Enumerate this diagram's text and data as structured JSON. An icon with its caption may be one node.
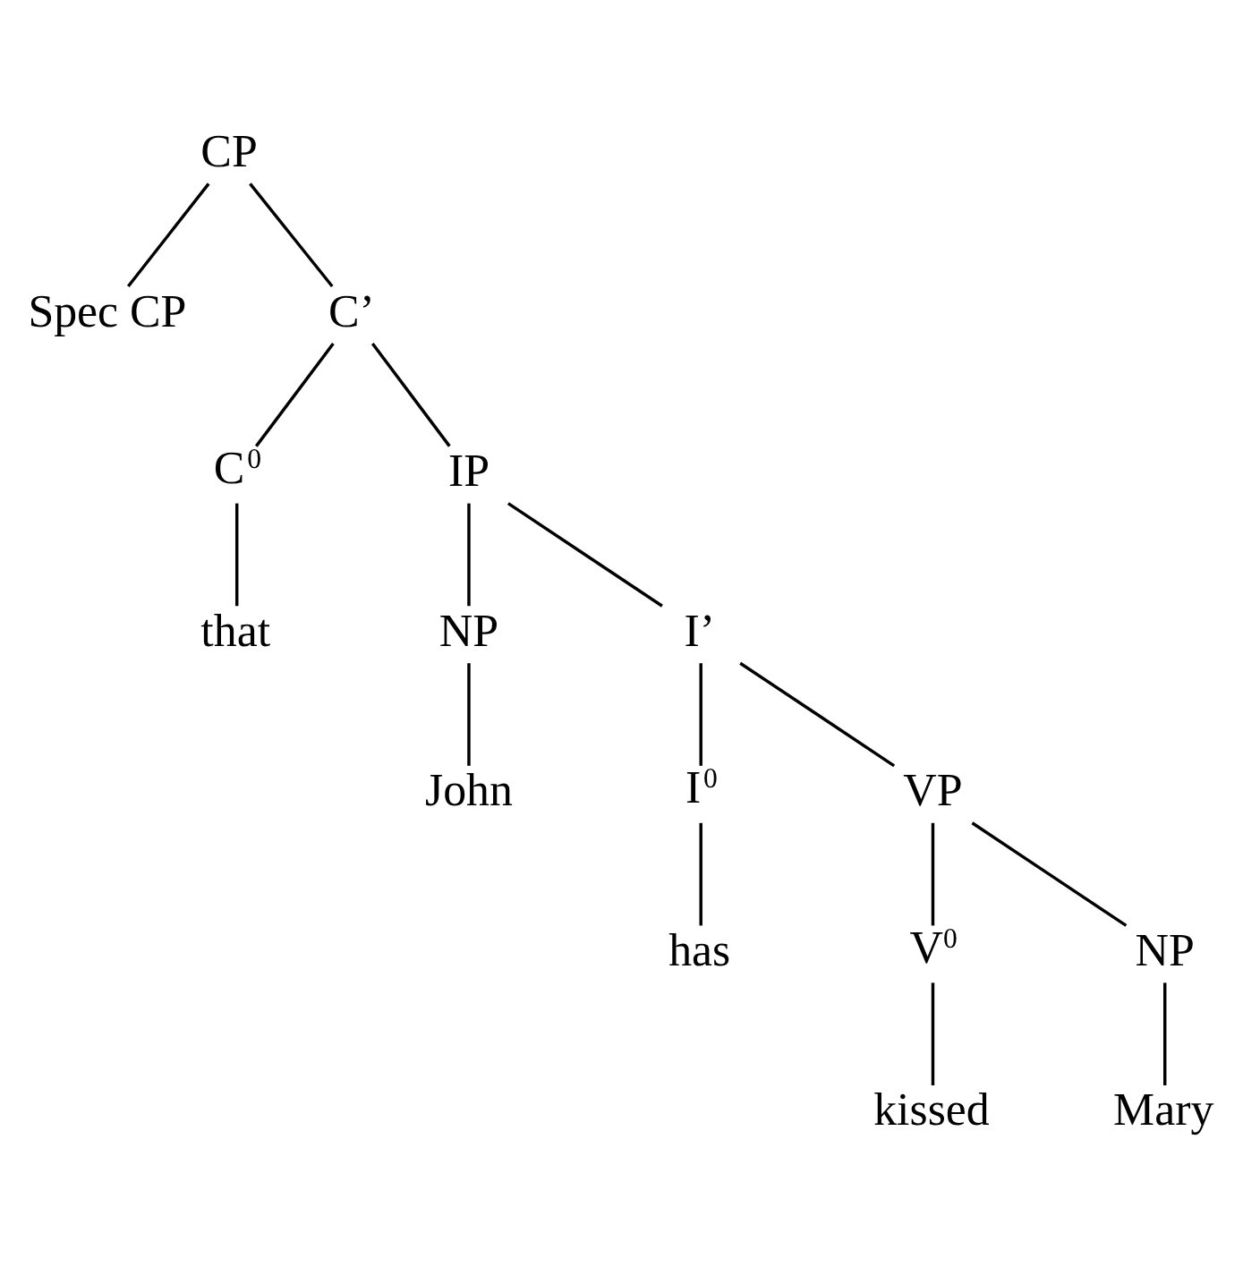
{
  "diagram": {
    "nodes": [
      {
        "text": [
          "CP"
        ]
      },
      {
        "text": [
          "Spec CP"
        ]
      },
      {
        "text": [
          "C’"
        ]
      },
      {
        "text": [
          "C$^{0}$"
        ]
      },
      {
        "text": [
          "IP"
        ]
      },
      {
        "text": [
          "that"
        ]
      },
      {
        "text": [
          "NP"
        ]
      },
      {
        "text": [
          "I’"
        ]
      },
      {
        "text": [
          "John"
        ]
      },
      {
        "text": [
          "I$^{0}$"
        ]
      },
      {
        "text": [
          "VP"
        ]
      },
      {
        "text": [
          "has"
        ]
      },
      {
        "text": [
          "V$^{0}$"
        ]
      },
      {
        "text": [
          "NP"
        ]
      },
      {
        "text": [
          "kissed"
        ]
      },
      {
        "text": [
          "Mary"
        ]
      }
    ],
    "edges": [
      {
        "from": 0,
        "to": 1,
        "arrow": "none"
      },
      {
        "from": 0,
        "to": 2,
        "arrow": "none"
      },
      {
        "from": 2,
        "to": 3,
        "arrow": "none"
      },
      {
        "from": 2,
        "to": 4,
        "arrow": "none"
      },
      {
        "from": 3,
        "to": 5,
        "arrow": "none"
      },
      {
        "from": 4,
        "to": 6,
        "arrow": "none"
      },
      {
        "from": 4,
        "to": 7,
        "arrow": "none"
      },
      {
        "from": 6,
        "to": 8,
        "arrow": "none"
      },
      {
        "from": 7,
        "to": 9,
        "arrow": "none"
      },
      {
        "from": 7,
        "to": 10,
        "arrow": "none"
      },
      {
        "from": 9,
        "to": 11,
        "arrow": "none"
      },
      {
        "from": 10,
        "to": 12,
        "arrow": "none"
      },
      {
        "from": 10,
        "to": 13,
        "arrow": "none"
      },
      {
        "from": 12,
        "to": 14,
        "arrow": "none"
      },
      {
        "from": 13,
        "to": 15,
        "arrow": "none"
      }
    ]
  }
}
